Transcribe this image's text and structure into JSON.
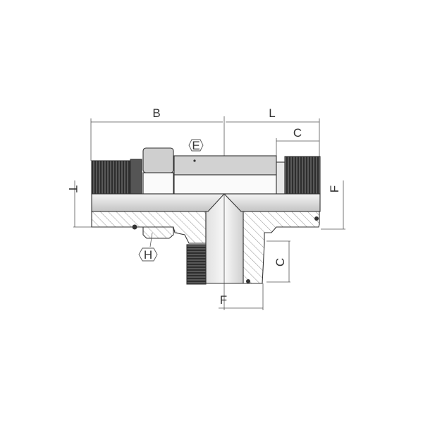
{
  "drawing": {
    "labels": {
      "B": "B",
      "L": "L",
      "C_top": "C",
      "C_side": "C",
      "E": "E",
      "H": "H",
      "T": "T",
      "F_side": "F",
      "F_bottom": "F"
    },
    "colors": {
      "metal_light": "#e6e6e6",
      "metal_mid": "#c8c8c8",
      "thread_dark": "#3a3a3a",
      "hatch": "#666666"
    }
  }
}
